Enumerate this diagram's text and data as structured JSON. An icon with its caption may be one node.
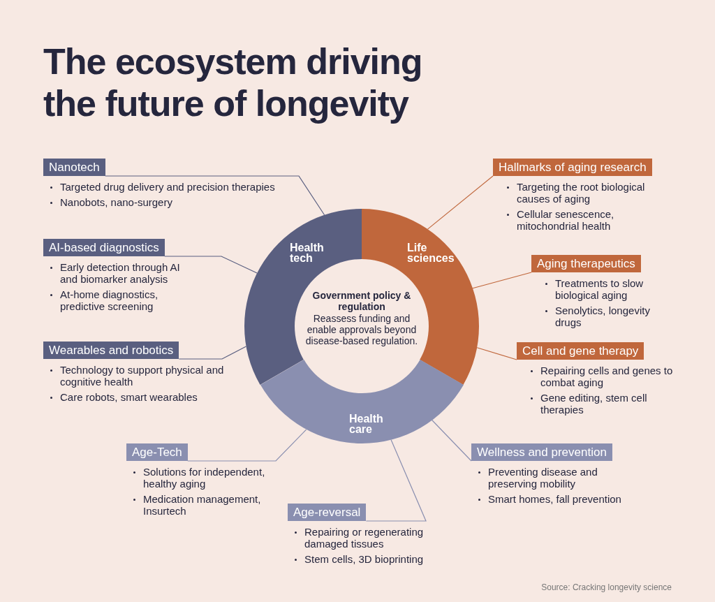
{
  "diagram": {
    "title": "The ecosystem driving the future of longevity",
    "nodes": [
      {
        "text": [
          "Health tech"
        ]
      },
      {
        "text": [
          "Life sciences"
        ]
      },
      {
        "text": [
          "Health care"
        ]
      },
      {
        "text": [
          "Government policy & regulation",
          "Reassess funding and enable approvals beyond disease-based regulation."
        ]
      },
      {
        "text": [
          "Nanotech",
          "Targeted drug delivery and precision therapies",
          "Nanobots, nano-surgery"
        ]
      },
      {
        "text": [
          "AI-based diagnostics",
          "Early detection through AI and biomarker analysis",
          "At-home diagnostics, predictive screening"
        ]
      },
      {
        "text": [
          "Wearables and robotics",
          "Technology to support physical and cognitive health",
          "Care robots, smart wearables"
        ]
      },
      {
        "text": [
          "Hallmarks of aging research",
          "Targeting the root biological causes of aging",
          "Cellular senescence, mitochondrial health"
        ]
      },
      {
        "text": [
          "Aging therapeutics",
          "Treatments to slow biological aging",
          "Senolytics, longevity drugs"
        ]
      },
      {
        "text": [
          "Cell and gene therapy",
          "Repairing cells and genes to combat aging",
          "Gene editing, stem cell therapies"
        ]
      },
      {
        "text": [
          "Age-Tech",
          "Solutions for independent, healthy aging",
          "Medication management, Insurtech"
        ]
      },
      {
        "text": [
          "Wellness and prevention",
          "Preventing disease and preserving mobility",
          "Smart homes, fall prevention"
        ]
      },
      {
        "text": [
          "Age-reversal",
          "Repairing or regenerating damaged tissues",
          "Stem cells, 3D bioprinting"
        ]
      }
    ],
    "edges": [
      {
        "from": 4,
        "to": 0,
        "arrow": "none",
        "color": "#5a5f80"
      },
      {
        "from": 5,
        "to": 0,
        "arrow": "none",
        "color": "#5a5f80"
      },
      {
        "from": 6,
        "to": 0,
        "arrow": "none",
        "color": "#5a5f80"
      },
      {
        "from": 7,
        "to": 1,
        "arrow": "none",
        "color": "#c0673c"
      },
      {
        "from": 8,
        "to": 1,
        "arrow": "none",
        "color": "#c0673c"
      },
      {
        "from": 9,
        "to": 1,
        "arrow": "none",
        "color": "#c0673c"
      },
      {
        "from": 10,
        "to": 2,
        "arrow": "none",
        "color": "#8a8fb0"
      },
      {
        "from": 11,
        "to": 2,
        "arrow": "none",
        "color": "#8a8fb0"
      },
      {
        "from": 12,
        "to": 2,
        "arrow": "none",
        "color": "#8a8fb0"
      }
    ],
    "labels": [
      "Source: Cracking longevity science"
    ]
  }
}
